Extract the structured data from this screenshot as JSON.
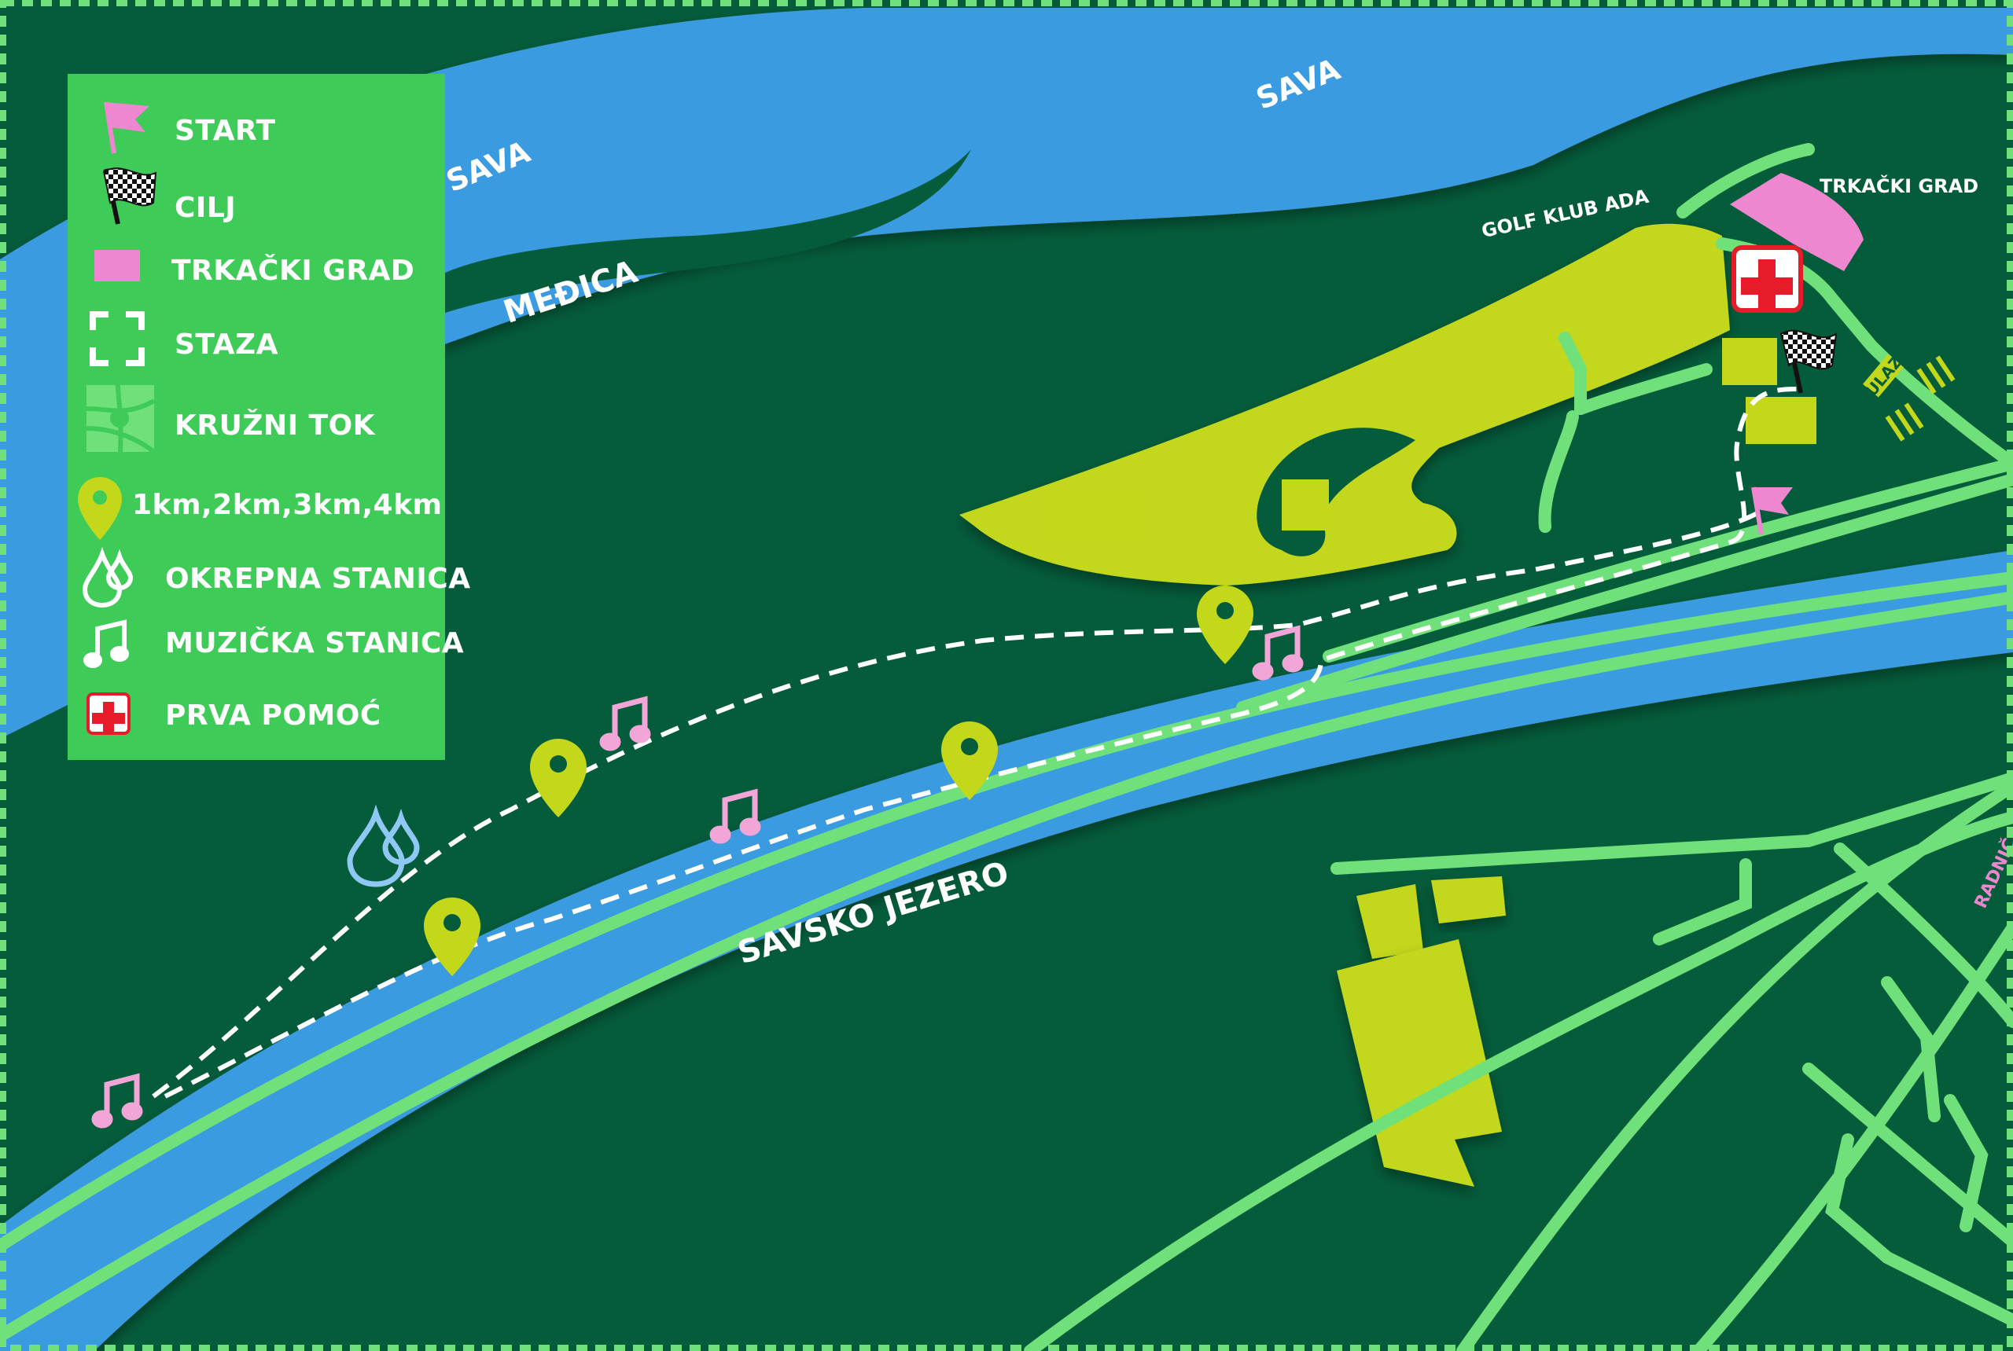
{
  "colors": {
    "background": "#055c3a",
    "water": "#3b9be0",
    "road": "#6fe07a",
    "park": "#c3d71b",
    "race_city": "#ee86d0",
    "legend_bg": "#3ecb58",
    "first_aid": "#e81b2a",
    "music_note": "#f2a6d8",
    "water_drop": "#8fc8f4",
    "marker": "#c3d71b",
    "route": "#ffffff"
  },
  "legend": {
    "start": "START",
    "finish": "CILJ",
    "race_city": "TRKAČKI GRAD",
    "route": "STAZA",
    "roundabout": "KRUŽNI TOK",
    "km_markers": "1km,2km,3km,4km",
    "water_station": "OKREPNA STANICA",
    "music_station": "MUZIČKA STANICA",
    "first_aid": "PRVA POMOĆ"
  },
  "labels": {
    "sava_left": "SAVA",
    "sava_right": "SAVA",
    "medica": "MEĐICA",
    "golf_klub": "GOLF KLUB ADA",
    "trkacki_grad": "TRKAČKI GRAD",
    "savsko_jezero": "SAVSKO JEZERO",
    "ulaz": "ULAZ",
    "radnicka": "RADNIČ"
  },
  "icons": {
    "start": "pink-flag-icon",
    "finish": "checkered-flag-icon",
    "race_city": "pink-rectangle-icon",
    "route": "dashed-frame-icon",
    "roundabout": "roundabout-icon",
    "km_marker": "map-pin-icon",
    "water_station": "water-drops-icon",
    "music_station": "music-note-icon",
    "first_aid": "first-aid-cross-icon"
  }
}
